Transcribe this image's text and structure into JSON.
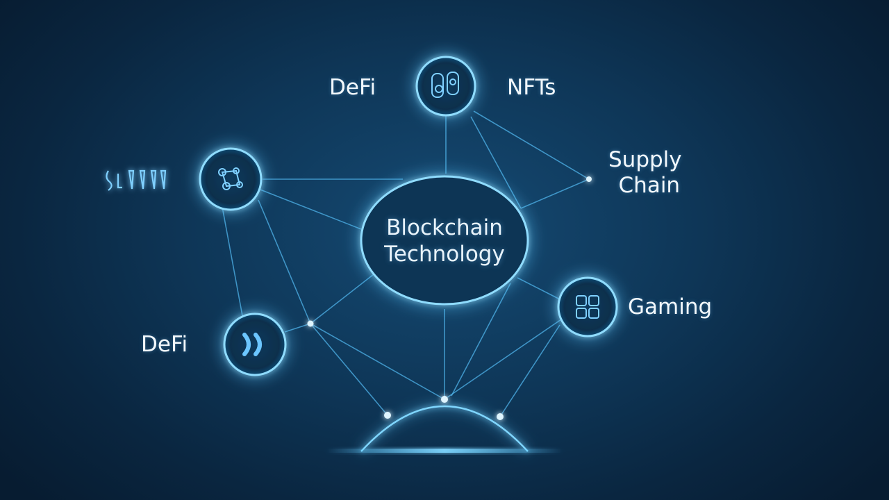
{
  "center": {
    "line1": "Blockchain",
    "line2": "Technology"
  },
  "labels": {
    "defi_top": "DeFi",
    "nfts": "NFTs",
    "supply_line1": "Supply",
    "supply_line2": "Chain",
    "gaming": "Gaming",
    "defi_bottom": "DeFi"
  },
  "colors": {
    "background": "#0e3657",
    "glow": "#5cc8ff",
    "line": "#4fb3ea",
    "text": "#f2f8fc"
  }
}
